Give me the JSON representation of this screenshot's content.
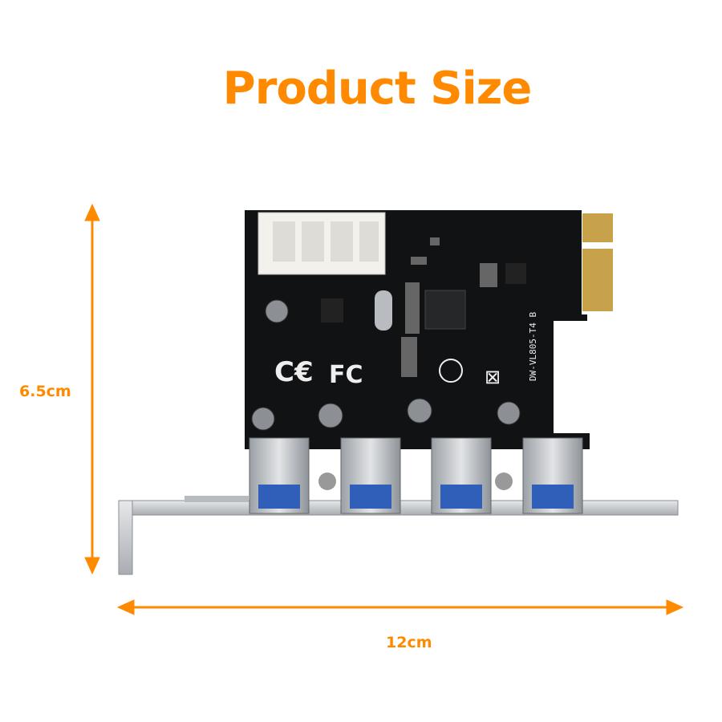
{
  "title": "Product Size",
  "dimensions": {
    "height": "6.5cm",
    "width": "12cm"
  },
  "board": {
    "model_label": "DW-VL805-T4 B",
    "logos": [
      "CE",
      "FC"
    ],
    "usb_port_count": 4
  },
  "colors": {
    "accent": "#ff8a00",
    "pcb": "#111214",
    "bracket": "#c9ccd0",
    "usb_blue": "#2f5fb8",
    "gold": "#c8a24a"
  }
}
